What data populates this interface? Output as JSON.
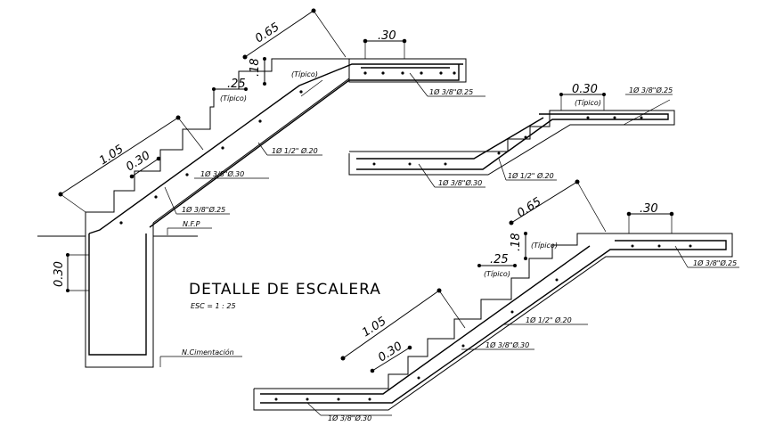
{
  "title": "DETALLE DE ESCALERA",
  "scale": "ESC = 1 : 25",
  "dims": {
    "landing_top": ".30",
    "landing_mid": "0.30",
    "landing_bottom_right": ".30",
    "flight_long": "0.65",
    "flight_long_2": "0.65",
    "flight_mid": "1.05",
    "flight_mid_2": "1.05",
    "tread": ".25",
    "tread_2": ".25",
    "riser": ".18",
    "riser_2": ".18",
    "step": "0.30",
    "step_2": "0.30",
    "foot": "0.30"
  },
  "labels": {
    "tipico": "(Típico)",
    "rebar_38_25": "1Ø 3/8\"Ø.25",
    "rebar_38_30": "1Ø 3/8\"Ø.30",
    "rebar_12_20": "1Ø 1/2\" Ø.20",
    "nfp": "N.F.P",
    "ncim": "N.Cimentación"
  }
}
